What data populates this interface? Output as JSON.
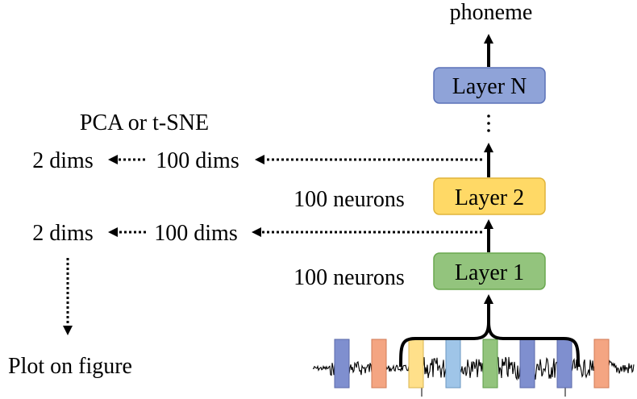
{
  "output_label": "phoneme",
  "layers": {
    "layer_n": "Layer N",
    "layer_2": "Layer 2",
    "layer_1": "Layer 1",
    "ellipsis": "⋮"
  },
  "neurons": {
    "upper": "100 neurons",
    "lower": "100 neurons"
  },
  "projection": {
    "method": "PCA or t-SNE",
    "upper_src": "100 dims",
    "upper_dst": "2 dims",
    "lower_src": "100 dims",
    "lower_dst": "2 dims"
  },
  "plot_label": "Plot on figure",
  "colors": {
    "layer_n_fill": "#8fa3d8",
    "layer_n_stroke": "#5b72b8",
    "layer_2_fill": "#ffd966",
    "layer_2_stroke": "#e0b43a",
    "layer_1_fill": "#93c47d",
    "layer_1_stroke": "#6aa84f",
    "frame_blue": "#7f8fcf",
    "frame_orange": "#f4a582",
    "frame_yellow": "#ffe08a",
    "frame_lightblue": "#9fc5e8",
    "frame_green": "#93c47d"
  }
}
